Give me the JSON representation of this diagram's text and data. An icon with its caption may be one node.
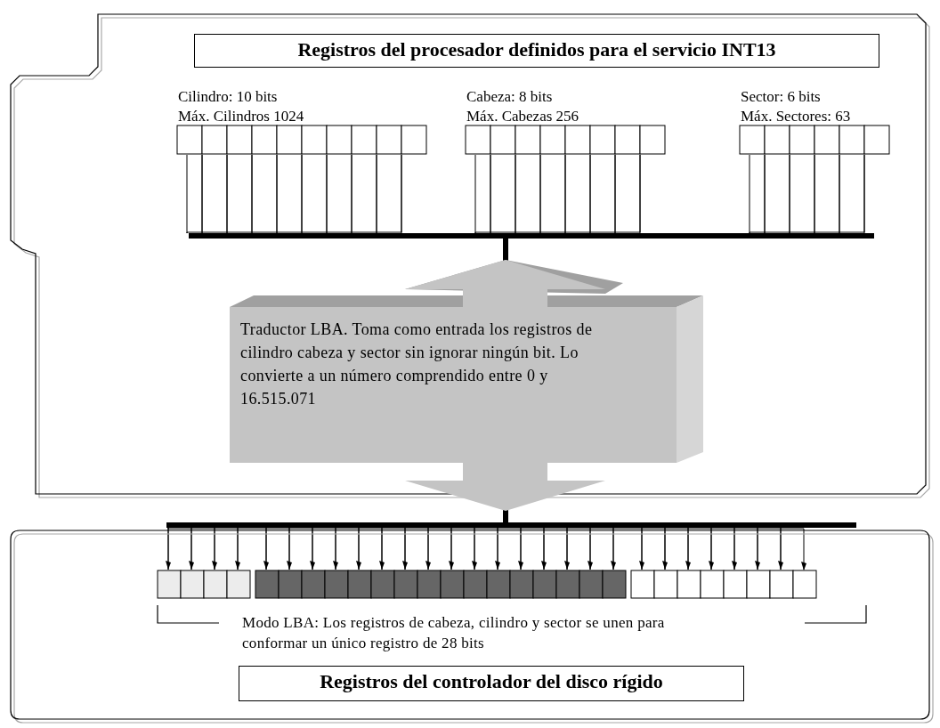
{
  "diagram": {
    "nodes": [
      {
        "text": [
          "Registros del procesador definidos para el servicio INT13"
        ]
      },
      {
        "text": [
          "Cilindro: 10 bits",
          "Máx. Cilindros 1024"
        ],
        "in": 0
      },
      {
        "text": [
          "Cabeza: 8 bits",
          "Máx. Cabezas 256"
        ],
        "in": 0
      },
      {
        "text": [
          "Sector: 6 bits",
          "Máx. Sectores: 63"
        ],
        "in": 0
      },
      {
        "text": [
          "Traductor LBA. Toma como entrada los registros de cilindro cabeza y sector sin ignorar ningún bit. Lo convierte a un número comprendido entre 0 y 16.515.071"
        ]
      },
      {
        "text": [
          "Registros del controlador del disco rígido"
        ]
      },
      {
        "text": [],
        "shape": "bar",
        "in": 5,
        "beside": [
          "Modo LBA: Los registros de cabeza, cilindro y sector se unen para conformar un único registro de 28 bits"
        ]
      },
      {
        "text": [],
        "shape": "bar",
        "in": 0
      },
      {
        "text": [],
        "shape": "bar"
      }
    ],
    "edges": [
      {
        "from": 1,
        "to": 7,
        "arrow": "none"
      },
      {
        "from": 2,
        "to": 7,
        "arrow": "none"
      },
      {
        "from": 3,
        "to": 7,
        "arrow": "none"
      },
      {
        "from": 7,
        "to": 4,
        "arrow": "none",
        "style": "thick"
      },
      {
        "from": 4,
        "to": 8,
        "arrow": "none",
        "style": "thick"
      },
      {
        "from": 8,
        "to": 6,
        "arrow": "to"
      }
    ]
  }
}
